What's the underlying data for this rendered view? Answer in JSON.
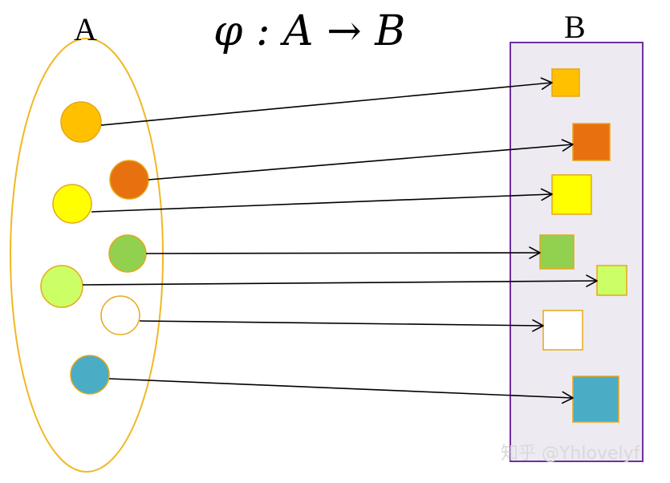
{
  "diagram": {
    "title": "φ : A → B",
    "set_a_label": "A",
    "set_b_label": "B",
    "watermark": "知乎 @Yhlovelyf",
    "colors": {
      "set_a_outline": "#F0B823",
      "set_b_outline": "#7030A0",
      "set_b_fill": "#EDEAF2",
      "element_outline": "#E6A817",
      "arrow": "#000000"
    },
    "elements": [
      {
        "id": "e1",
        "domain_color": "#FFC000",
        "codomain_color": "#FFC000"
      },
      {
        "id": "e2",
        "domain_color": "#E8710F",
        "codomain_color": "#E8710F"
      },
      {
        "id": "e3",
        "domain_color": "#FFFF00",
        "codomain_color": "#FFFF00"
      },
      {
        "id": "e4",
        "domain_color": "#92D050",
        "codomain_color": "#92D050"
      },
      {
        "id": "e5",
        "domain_color": "#CCFF66",
        "codomain_color": "#CCFF66"
      },
      {
        "id": "e6",
        "domain_color": "#FFFFFF",
        "codomain_color": "#FFFFFF"
      },
      {
        "id": "e7",
        "domain_color": "#4BACC6",
        "codomain_color": "#4BACC6"
      }
    ]
  }
}
